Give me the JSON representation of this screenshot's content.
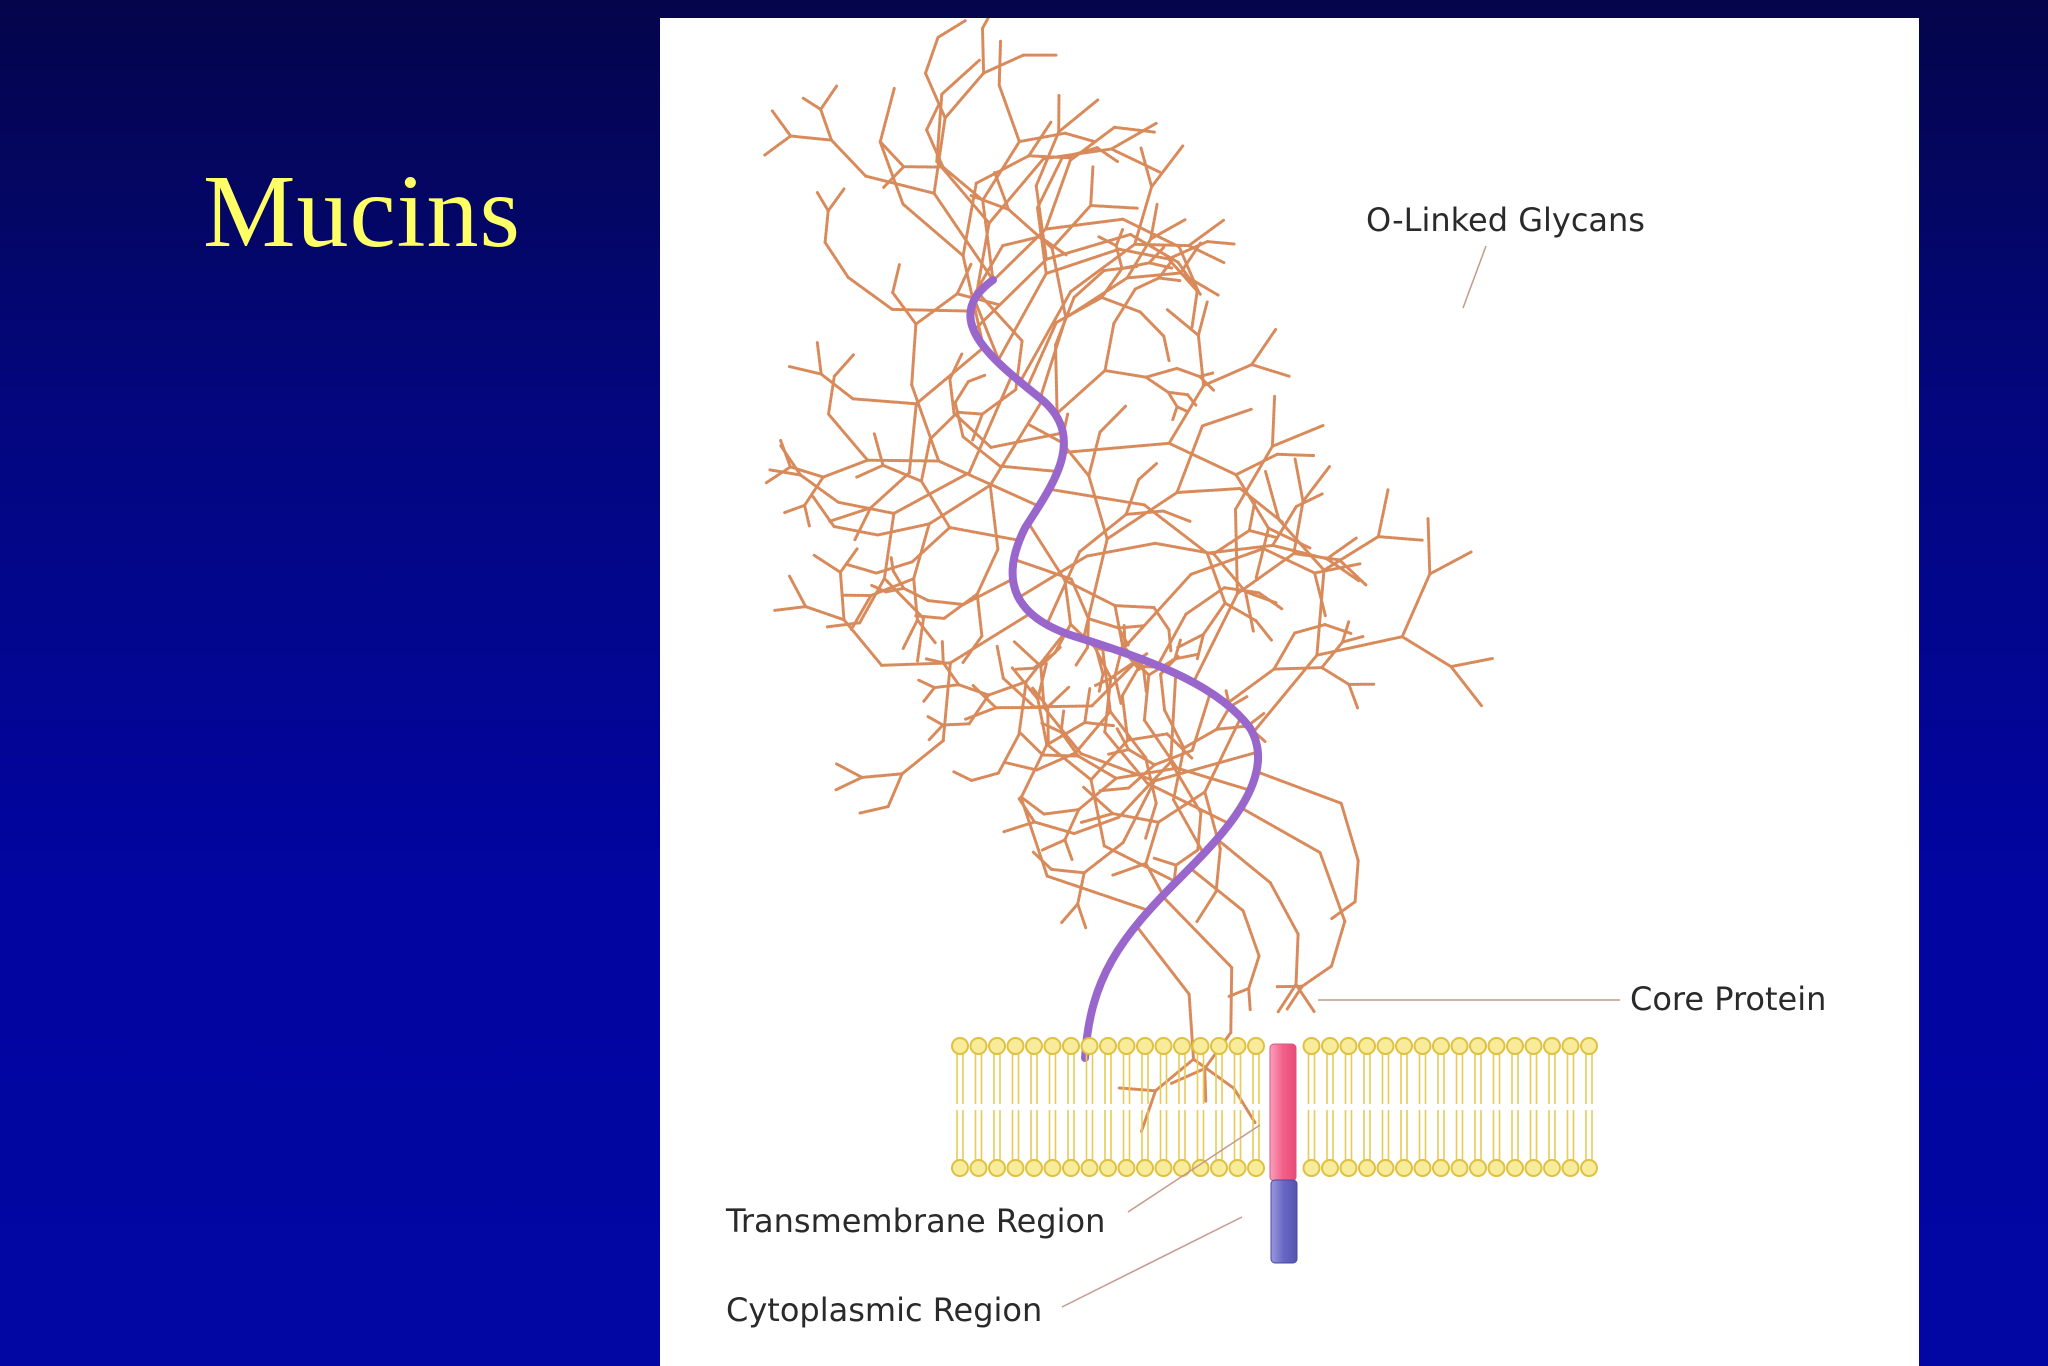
{
  "slide": {
    "title": "Mucins"
  },
  "diagram": {
    "labels": {
      "o_linked_glycans": "O-Linked Glycans",
      "core_protein": "Core Protein",
      "transmembrane_region": "Transmembrane Region",
      "cytoplasmic_region": "Cytoplasmic Region"
    }
  },
  "colors": {
    "background_top": "#04054a",
    "background_bottom": "#0206a2",
    "title": "#ffff66",
    "glycan_chain": "#d98a5a",
    "core_protein": "#9966cc",
    "membrane": "#e8cc55",
    "transmembrane_segment": "#f4608a",
    "cytoplasmic_segment": "#7777cc",
    "leader_line": "#c49a8a"
  },
  "icons": []
}
